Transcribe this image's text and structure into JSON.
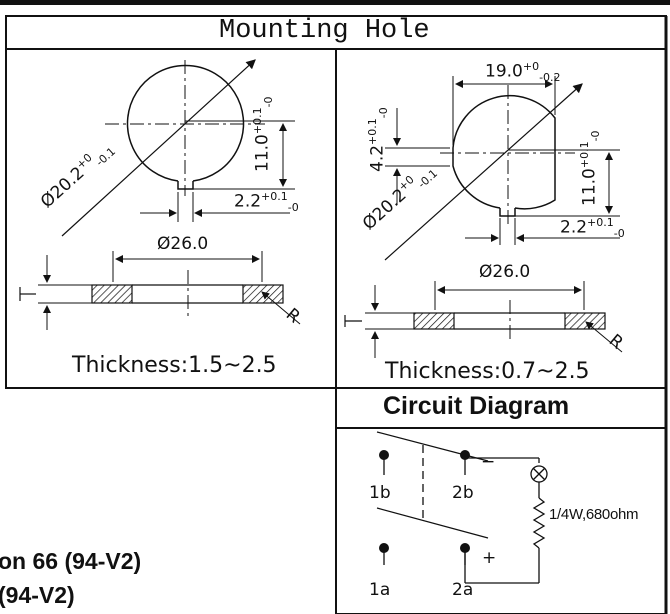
{
  "mounting": {
    "title": "Mounting Hole",
    "left": {
      "dim_diameter_outer": "Ø20.2",
      "tol_outer_upper": "+0",
      "tol_outer_lower": "-0.1",
      "dim_height": "11.0",
      "tol_height_upper": "+0.1",
      "tol_height_lower": "-0",
      "dim_key": "2.2",
      "tol_key_upper": "+0.1",
      "tol_key_lower": "-0",
      "dim_flange": "Ø26.0",
      "radius_label": "R",
      "thickness": "Thickness:1.5~2.5"
    },
    "right": {
      "dim_width": "19.0",
      "tol_width_upper": "+0",
      "tol_width_lower": "-0.2",
      "dim_top": "4.2",
      "tol_top_upper": "+0.1",
      "tol_top_lower": "-0",
      "dim_diameter_outer": "Ø20.2",
      "tol_outer_upper": "+0",
      "tol_outer_lower": "-0.1",
      "dim_height": "11.0",
      "tol_height_upper": "+0.1",
      "tol_height_lower": "-0",
      "dim_key": "2.2",
      "tol_key_upper": "+0.1",
      "tol_key_lower": "-0",
      "dim_flange": "Ø26.0",
      "radius_label": "R",
      "thickness": "Thickness:0.7~2.5"
    }
  },
  "circuit": {
    "title": "Circuit Diagram",
    "pins": [
      "1b",
      "2b",
      "1a",
      "2a"
    ],
    "minus": "−",
    "plus": "+",
    "resistor": "1/4W,680ohm"
  },
  "material": {
    "line1": "on 66 (94-V2)",
    "line2": "(94-V2)"
  }
}
